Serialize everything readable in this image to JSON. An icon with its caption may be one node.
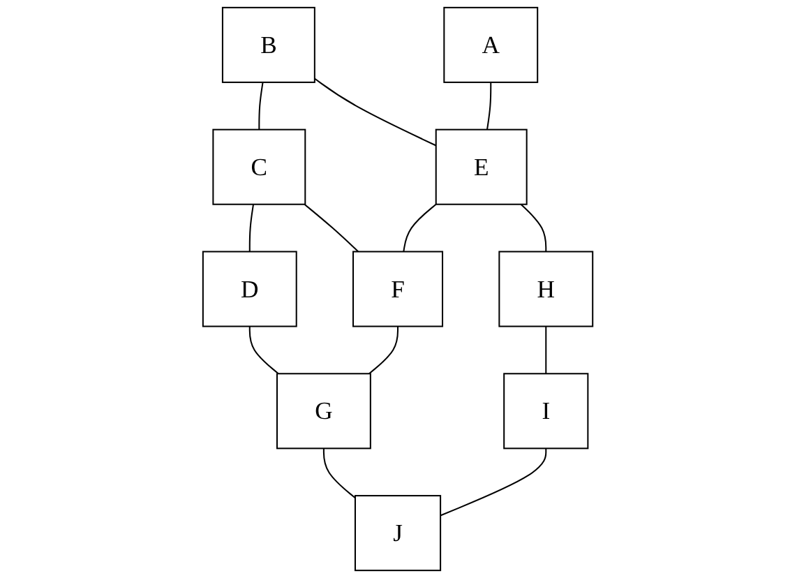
{
  "diagram": {
    "nodes": [
      {
        "text": [
          "B"
        ]
      },
      {
        "text": [
          "C"
        ]
      },
      {
        "text": [
          "D"
        ]
      },
      {
        "text": [
          "A"
        ]
      },
      {
        "text": [
          "E"
        ]
      },
      {
        "text": [
          "F"
        ]
      },
      {
        "text": [
          "G"
        ]
      },
      {
        "text": [
          "H"
        ]
      },
      {
        "text": [
          "I"
        ]
      },
      {
        "text": [
          "J"
        ]
      }
    ],
    "edges": [
      {
        "from": 0,
        "to": 1,
        "arrow": "none"
      },
      {
        "from": 1,
        "to": 2,
        "arrow": "none"
      },
      {
        "from": 0,
        "to": 4,
        "arrow": "none"
      },
      {
        "from": 1,
        "to": 5,
        "arrow": "none"
      },
      {
        "from": 2,
        "to": 6,
        "arrow": "none"
      },
      {
        "from": 3,
        "to": 4,
        "arrow": "none"
      },
      {
        "from": 4,
        "to": 5,
        "arrow": "none"
      },
      {
        "from": 5,
        "to": 6,
        "arrow": "none"
      },
      {
        "from": 4,
        "to": 7,
        "arrow": "none"
      },
      {
        "from": 6,
        "to": 9,
        "arrow": "none"
      },
      {
        "from": 7,
        "to": 8,
        "arrow": "none"
      },
      {
        "from": 8,
        "to": 9,
        "arrow": "none"
      }
    ]
  }
}
